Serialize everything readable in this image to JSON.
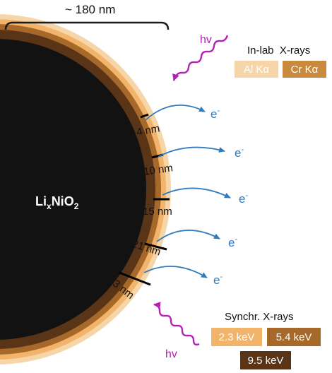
{
  "particle": {
    "size_label": "~ 180 nm",
    "core_label_main": "Li",
    "core_label_sub": "x",
    "core_label_mid": "NiO",
    "core_label_sub2": "2"
  },
  "depths": [
    {
      "label": "4 nm"
    },
    {
      "label": "10 nm"
    },
    {
      "label": "15 nm"
    },
    {
      "label": "21 nm"
    },
    {
      "label": "33 nm"
    }
  ],
  "electron_label": "e",
  "electron_sup": "-",
  "photon_label": "hv",
  "inlab": {
    "title": "In-lab  X-rays",
    "sources": [
      {
        "label": "Al Kα",
        "color": "#f6d5a8"
      },
      {
        "label": "Cr Kα",
        "color": "#c98a3e"
      }
    ]
  },
  "synchr": {
    "title": "Synchr. X-rays",
    "sources": [
      {
        "label": "2.3 keV",
        "color": "#f2b36b"
      },
      {
        "label": "5.4 keV",
        "color": "#a6692a"
      },
      {
        "label": "9.5 keV",
        "color": "#5a3417"
      }
    ]
  },
  "colors": {
    "core": "#121212",
    "layer_inner": "#5a3417",
    "layer_mid": "#a6692a",
    "layer_outer": "#f2b36b",
    "layer_outermost": "#f6d5a8",
    "arrow": "#2f7cc0",
    "photon": "#b41fb6"
  }
}
